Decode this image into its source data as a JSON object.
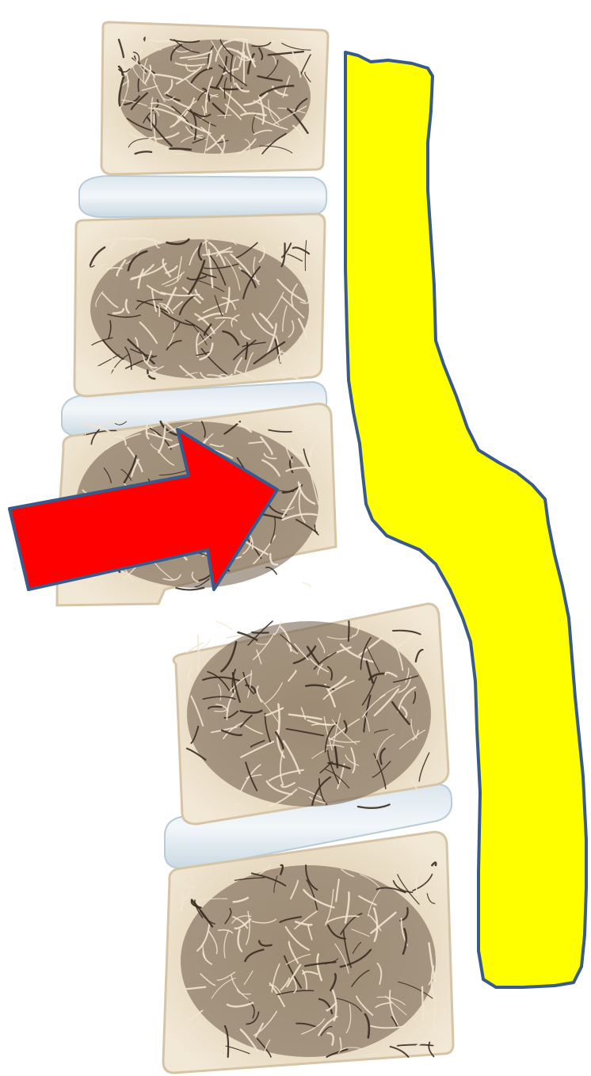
{
  "diagram": {
    "colors": {
      "background": "#ffffff",
      "bone": "#efe3cf",
      "bone_edge": "#d9c7a8",
      "trabecula": "#5a4a3a",
      "trabecula_dark": "#2e241b",
      "disc": "#cfdde6",
      "disc_highlight": "#f4f8fb",
      "canal_fill": "#ffff00",
      "canal_stroke": "#3a5a8c",
      "arrow_fill": "#ff0000",
      "arrow_stroke": "#3a5a8c"
    },
    "parts": {
      "upper_segment": [
        "vertebral-body",
        "intervertebral-disc",
        "vertebral-body",
        "intervertebral-disc",
        "vertebral-body"
      ],
      "lower_segment": [
        "vertebral-body",
        "intervertebral-disc",
        "vertebral-body"
      ],
      "canal": "spinal-canal",
      "pointer": "arrow-icon"
    }
  }
}
